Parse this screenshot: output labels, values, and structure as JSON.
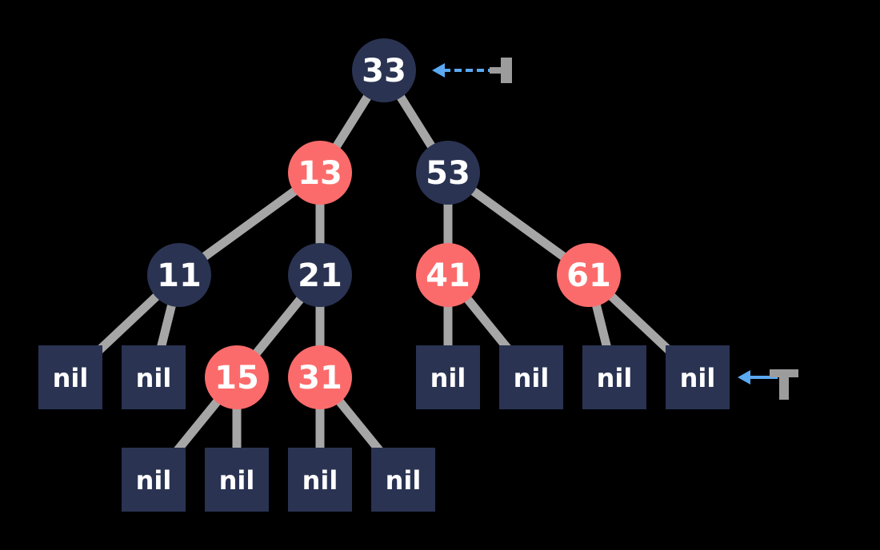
{
  "colors": {
    "black_node": "#2a3352",
    "red_node": "#fc6b6b",
    "nil_node": "#2a3352",
    "edge": "#a6a6a6",
    "pointer": "#5aa9f2",
    "pointer_marker": "#9c9c9c",
    "text": "#ffffff"
  },
  "nodes": [
    {
      "id": "n33",
      "label": "33",
      "color": "black"
    },
    {
      "id": "n13",
      "label": "13",
      "color": "red"
    },
    {
      "id": "n53",
      "label": "53",
      "color": "black"
    },
    {
      "id": "n11",
      "label": "11",
      "color": "black"
    },
    {
      "id": "n21",
      "label": "21",
      "color": "black"
    },
    {
      "id": "n41",
      "label": "41",
      "color": "red"
    },
    {
      "id": "n61",
      "label": "61",
      "color": "red"
    },
    {
      "id": "n15",
      "label": "15",
      "color": "red"
    },
    {
      "id": "n31",
      "label": "31",
      "color": "red"
    }
  ],
  "nil_leaves": [
    {
      "id": "nil1",
      "label": "nil",
      "parent": "n11"
    },
    {
      "id": "nil2",
      "label": "nil",
      "parent": "n11"
    },
    {
      "id": "nil3",
      "label": "nil",
      "parent": "n15"
    },
    {
      "id": "nil4",
      "label": "nil",
      "parent": "n15"
    },
    {
      "id": "nil5",
      "label": "nil",
      "parent": "n31"
    },
    {
      "id": "nil6",
      "label": "nil",
      "parent": "n31"
    },
    {
      "id": "nil7",
      "label": "nil",
      "parent": "n41"
    },
    {
      "id": "nil8",
      "label": "nil",
      "parent": "n41"
    },
    {
      "id": "nil9",
      "label": "nil",
      "parent": "n61"
    },
    {
      "id": "nil10",
      "label": "nil",
      "parent": "n61"
    }
  ],
  "edges": [
    [
      "n33",
      "n13"
    ],
    [
      "n33",
      "n53"
    ],
    [
      "n13",
      "n11"
    ],
    [
      "n13",
      "n21"
    ],
    [
      "n53",
      "n41"
    ],
    [
      "n53",
      "n61"
    ],
    [
      "n11",
      "nil1"
    ],
    [
      "n11",
      "nil2"
    ],
    [
      "n21",
      "n15"
    ],
    [
      "n21",
      "n31"
    ],
    [
      "n15",
      "nil3"
    ],
    [
      "n15",
      "nil4"
    ],
    [
      "n31",
      "nil5"
    ],
    [
      "n31",
      "nil6"
    ],
    [
      "n41",
      "nil7"
    ],
    [
      "n41",
      "nil8"
    ],
    [
      "n61",
      "nil9"
    ],
    [
      "n61",
      "nil10"
    ]
  ],
  "pointers": [
    {
      "id": "root-pointer",
      "target": "n33",
      "marker": "T"
    },
    {
      "id": "nil-pointer",
      "target": "nil10",
      "marker": "T"
    }
  ]
}
